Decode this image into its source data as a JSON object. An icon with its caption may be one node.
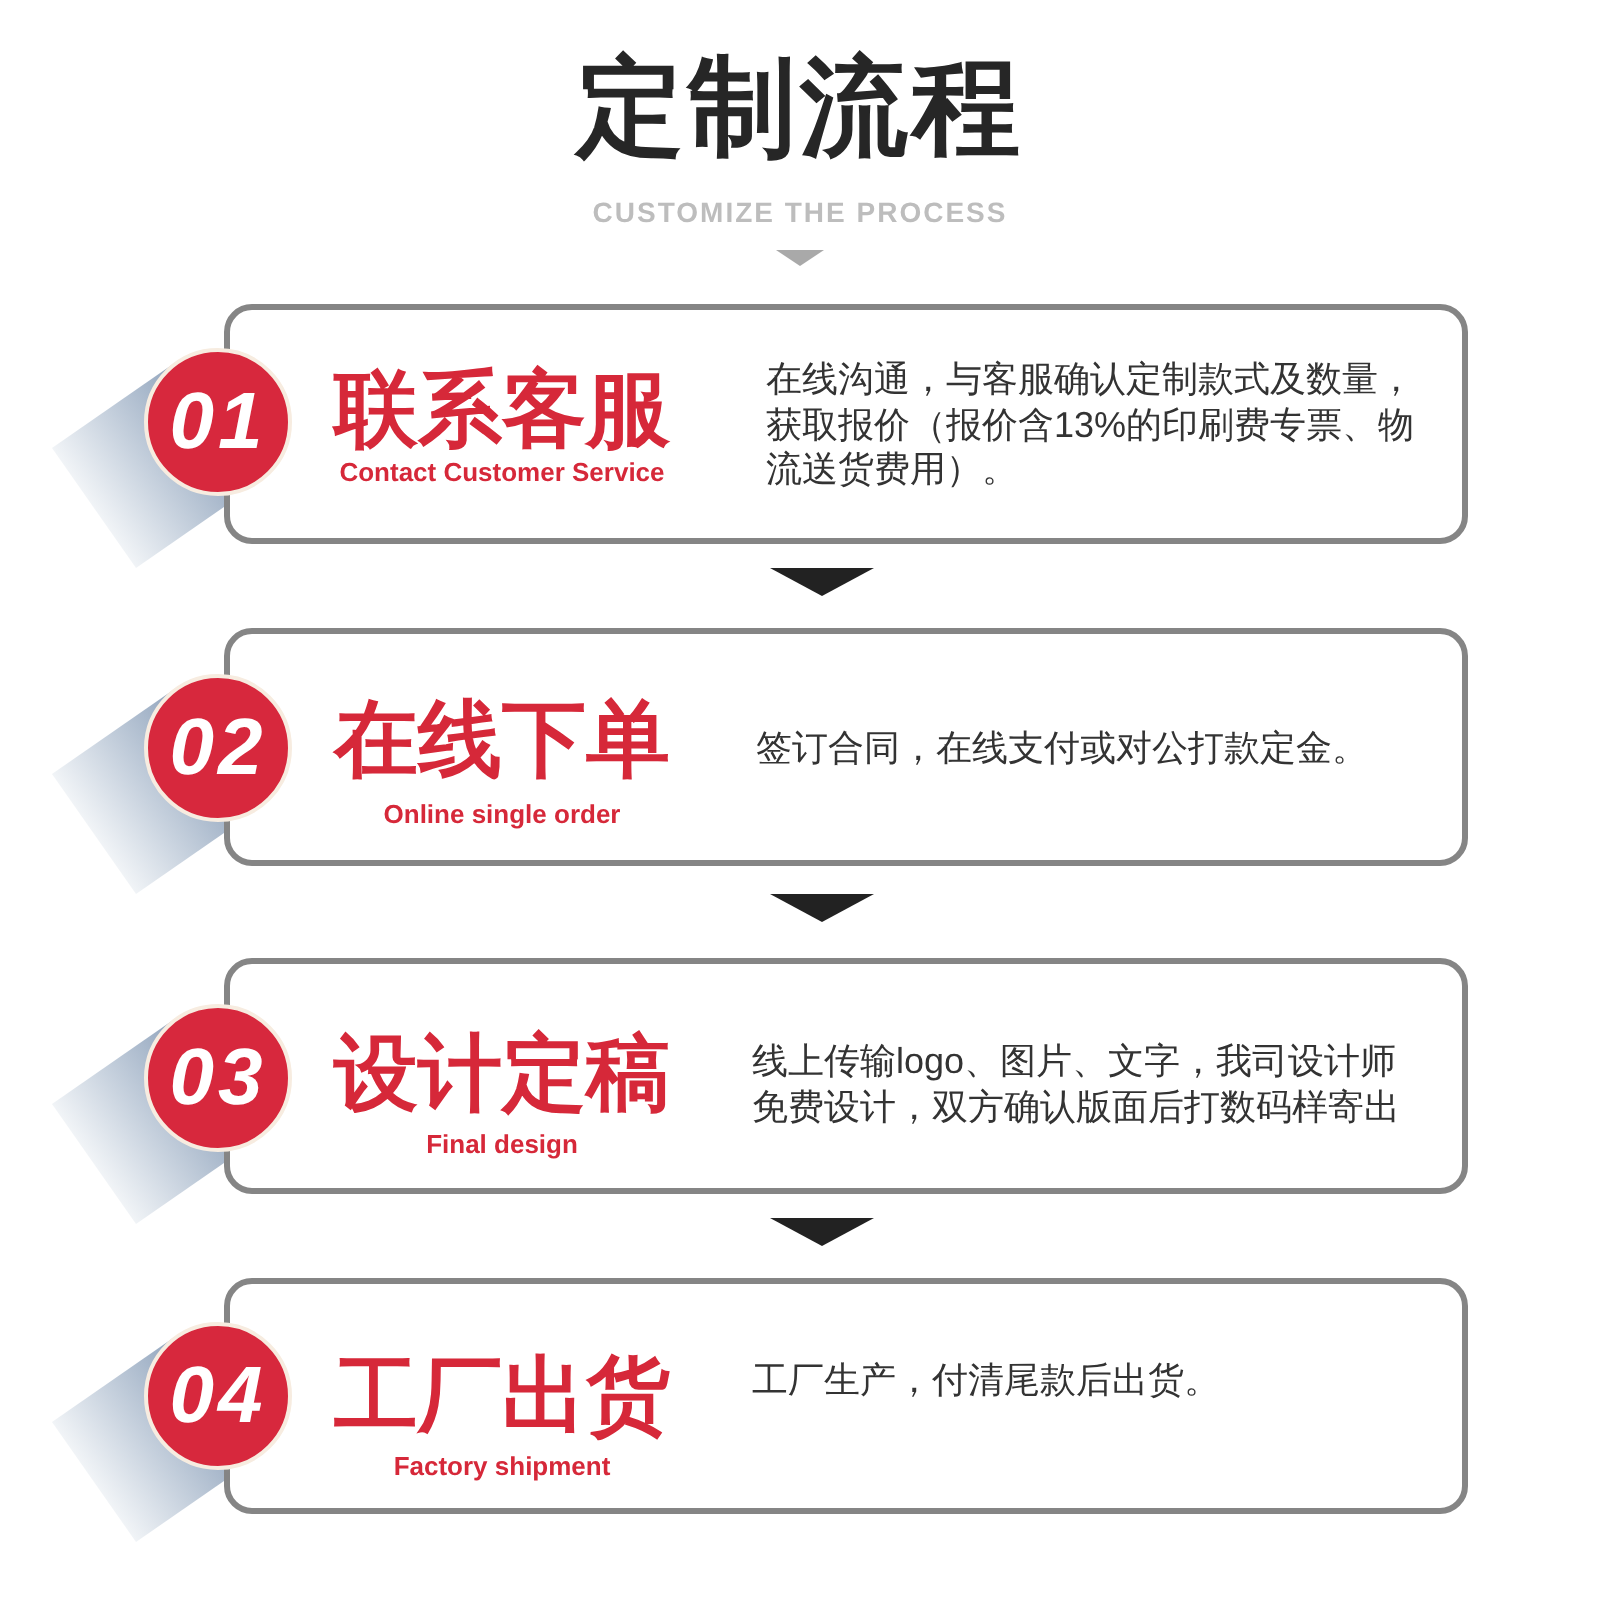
{
  "diagram": {
    "title": "定制流程",
    "nodes": [
      {
        "text": [
          "01"
        ]
      },
      {
        "text": [
          "联系客服",
          "Contact Customer Service",
          "在线沟通，与客服确认定制款式及数量，获取报价（报价含13%的印刷费专票、物流送货费用）。"
        ]
      },
      {
        "text": [
          "02"
        ]
      },
      {
        "text": [
          "在线下单",
          "Online single order",
          "签订合同，在线支付或对公打款定金。"
        ]
      },
      {
        "text": [
          "03"
        ]
      },
      {
        "text": [
          "设计定稿",
          "Final design",
          "线上传输logo、图片、文字，我司设计师免费设计，双方确认版面后打数码样寄出"
        ]
      },
      {
        "text": [
          "04"
        ]
      },
      {
        "text": [
          "工厂出货",
          "Factory shipment",
          "工厂生产，付清尾款后出货。"
        ]
      }
    ],
    "edges": [
      {
        "from": 1,
        "to": 3,
        "arrow": "to"
      },
      {
        "from": 3,
        "to": 5,
        "arrow": "to"
      },
      {
        "from": 5,
        "to": 7,
        "arrow": "to"
      }
    ],
    "labels": [
      "CUSTOMIZE THE PROCESS"
    ]
  }
}
